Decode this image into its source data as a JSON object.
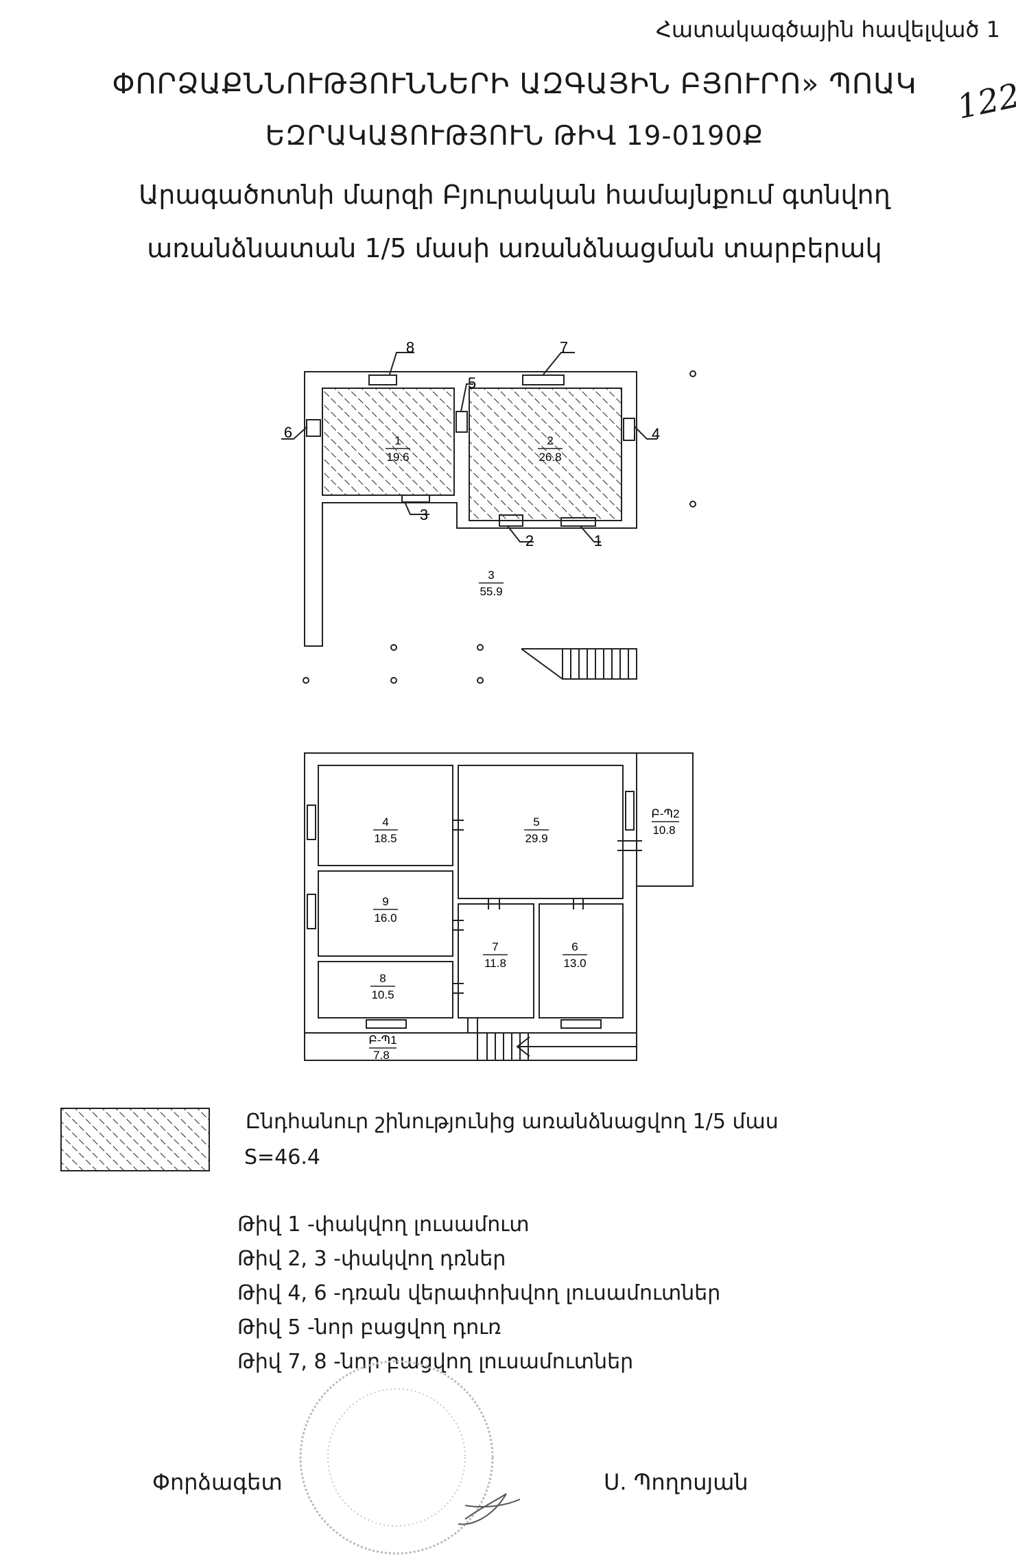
{
  "header": {
    "appendix": "Հատակագծային հավելված 1",
    "organization": "ՓՈՐՁԱՔՆՆՈՒԹՅՈՒՆՆԵՐԻ ԱԶԳԱՅԻՆ ԲՅՈՒՐՈ» ՊՈԱԿ",
    "conclusion": "ԵԶՐԱԿԱՑՈՒԹՅՈՒՆ ԹԻՎ 19-0190Ք",
    "description_line1": "Արագածոտնի մարզի Բյուրական համայնքում գտնվող",
    "description_line2": "առանձնատան 1/5 մասի առանձնացման տարբերակ",
    "handwritten_number": "122"
  },
  "plan_upper": {
    "rooms": [
      {
        "number": "1",
        "area": "19.6"
      },
      {
        "number": "2",
        "area": "26.8"
      },
      {
        "number": "3",
        "area": "55.9"
      }
    ],
    "callouts": [
      "1",
      "2",
      "3",
      "4",
      "5",
      "6",
      "7",
      "8"
    ]
  },
  "plan_lower": {
    "rooms": [
      {
        "number": "4",
        "area": "18.5"
      },
      {
        "number": "5",
        "area": "29.9"
      },
      {
        "number": "9",
        "area": "16.0"
      },
      {
        "number": "7",
        "area": "11.8"
      },
      {
        "number": "6",
        "area": "13.0"
      },
      {
        "number": "8",
        "area": "10.5"
      }
    ],
    "balconies": [
      {
        "label": "Բ-Պ2",
        "area": "10.8"
      },
      {
        "label": "Բ-Պ1",
        "area": "7.8"
      }
    ]
  },
  "legend": {
    "hatch_text": "Ընդհանուր շինությունից առանձնացվող 1/5 մաս",
    "area": "S=46.4"
  },
  "notes": [
    "Թիվ 1 -փակվող լուսամուտ",
    "Թիվ 2, 3 -փակվող դռներ",
    "Թիվ 4, 6 -դռան վերափոխվող լուսամուտներ",
    "Թիվ 5 -նոր բացվող դուռ",
    "Թիվ 7, 8 -նոր բացվող լուսամուտներ"
  ],
  "signature": {
    "expert_label": "Փորձագետ",
    "expert_name": "Ս. Պողոսյան"
  }
}
